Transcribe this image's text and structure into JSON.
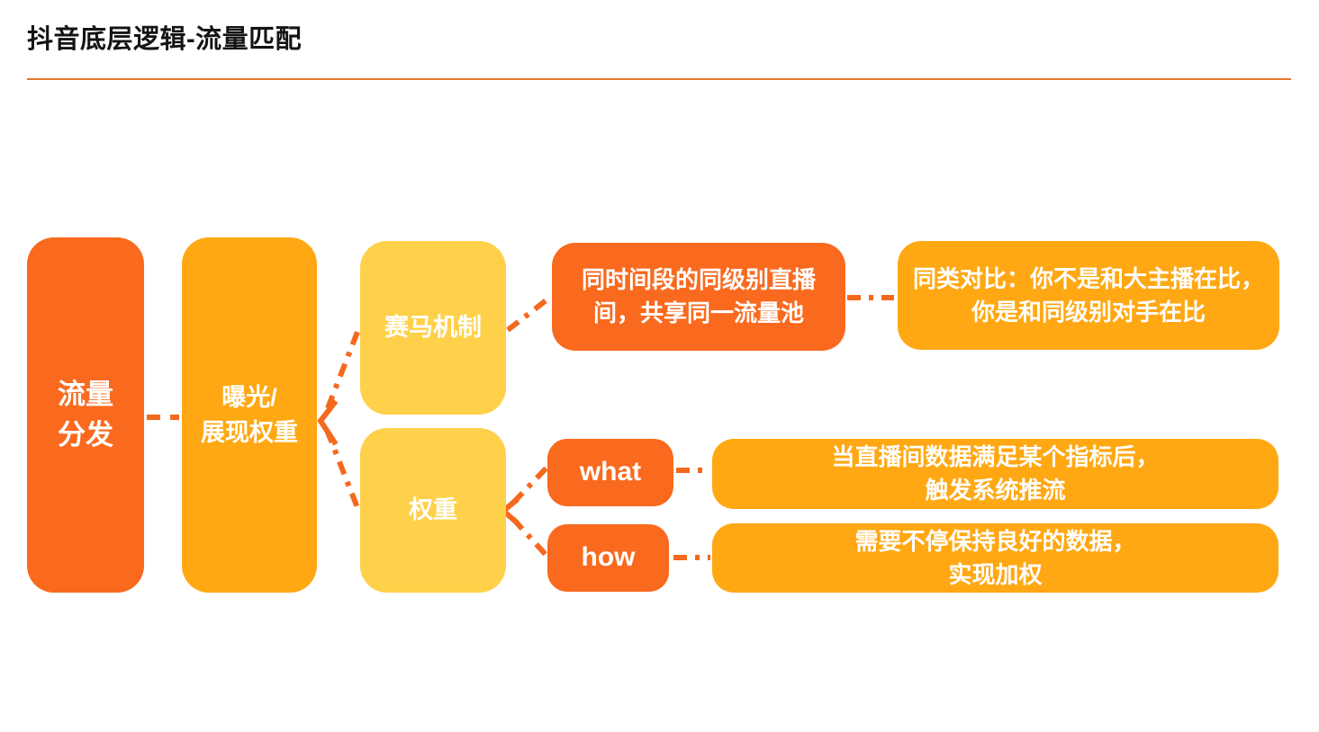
{
  "page": {
    "title": "抖音底层逻辑-流量匹配",
    "colors": {
      "deep_orange": "#f96a1e",
      "orange": "#ffa813",
      "yellow": "#ffd04a",
      "connector": "#f4691e",
      "divider": "#e8762c",
      "title_text": "#141414",
      "node_text": "#ffffff",
      "background": "#ffffff"
    }
  },
  "diagram": {
    "nodes": {
      "root": {
        "line1": "流量",
        "line2": "分发"
      },
      "exposure": {
        "line1": "曝光/",
        "line2": "展现权重"
      },
      "racing": {
        "label": "赛马机制"
      },
      "weight": {
        "label": "权重"
      },
      "same_time": {
        "line1": "同时间段的同级别直播",
        "line2": "间，共享同一流量池"
      },
      "same_class": {
        "line1": "同类对比：你不是和大主播在比，",
        "line2": "你是和同级别对手在比"
      },
      "what": {
        "label": "what"
      },
      "how": {
        "label": "how"
      },
      "what_detail": {
        "line1": "当直播间数据满足某个指标后，",
        "line2": "触发系统推流"
      },
      "how_detail": {
        "line1": "需要不停保持良好的数据，",
        "line2": "实现加权"
      }
    }
  }
}
